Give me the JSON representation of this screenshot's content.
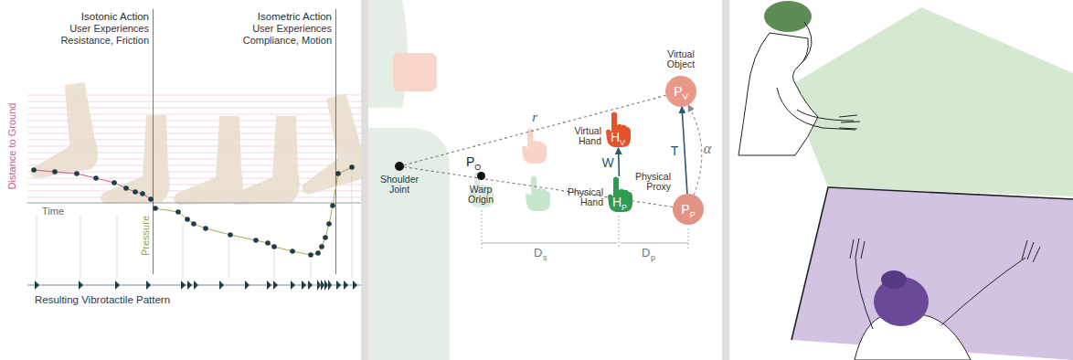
{
  "diagram": {
    "nodes": [
      {
        "text": [
          "Virtual Object",
          "P",
          "V"
        ]
      },
      {
        "text": [
          "Virtual Hand",
          "H",
          "V"
        ]
      },
      {
        "text": [
          "Physical Hand",
          "H",
          "P"
        ]
      },
      {
        "text": [
          "Physical Proxy",
          "P",
          "P"
        ]
      },
      {
        "text": [
          "Shoulder Joint"
        ]
      },
      {
        "text": [
          "Warp Origin",
          "P",
          "O"
        ]
      }
    ],
    "edges": [
      {
        "from": 2,
        "to": 1,
        "label": "W",
        "arrow": "to"
      },
      {
        "from": 3,
        "to": 0,
        "label": "T",
        "arrow": "to"
      },
      {
        "from": 4,
        "to": 0,
        "label": "r",
        "arrow": "none"
      },
      {
        "from": 4,
        "to": 3,
        "arrow": "none"
      },
      {
        "from": 3,
        "to": 0,
        "label": "α",
        "arrow": "to"
      }
    ],
    "labels": [
      "Isotonic Action",
      "User Experiences",
      "Resistance, Friction",
      "Isometric Action",
      "User Experiences",
      "Compliance, Motion",
      "Distance to Ground",
      "Time",
      "Pressure",
      "Resulting Vibrotactile Pattern",
      "D",
      "s",
      "D",
      "p"
    ]
  }
}
